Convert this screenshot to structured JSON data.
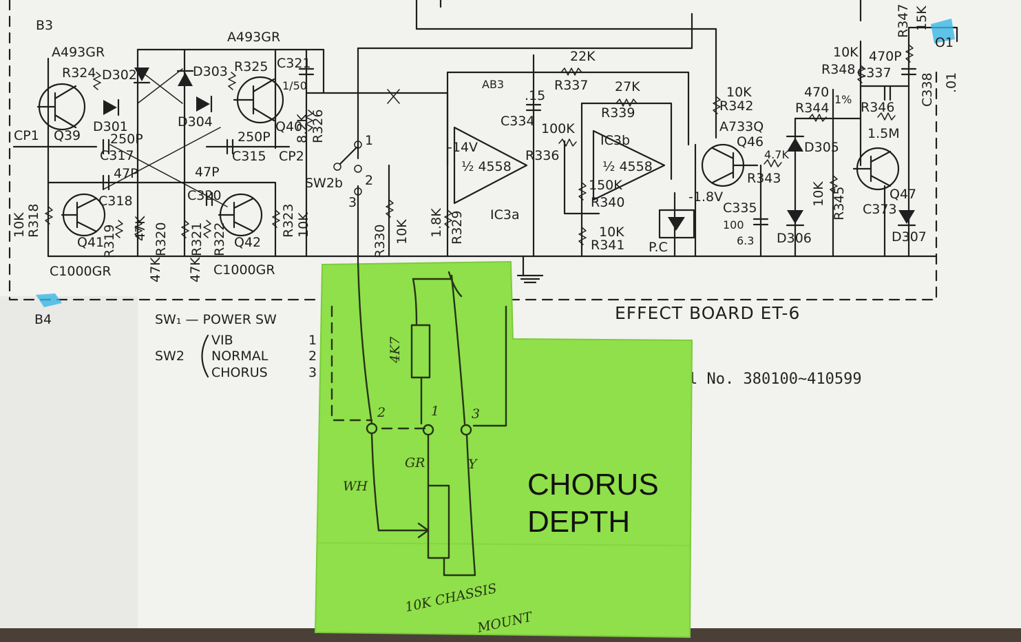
{
  "schematic": {
    "board_title": "EFFECT BOARD ET-6",
    "serial": "l No. 380100~410599",
    "sw1_line": "SW₁ — POWER SW",
    "sw2_label": "SW2",
    "sw2_options": [
      "VIB",
      "NORMAL",
      "CHORUS"
    ],
    "sw2_numbers": [
      "1",
      "2",
      "3"
    ],
    "ports": {
      "b3": "B3",
      "b4": "B4",
      "cp1": "CP1",
      "cp2": "CP2",
      "sw2b": "SW2b",
      "o1": "O1"
    },
    "parts": {
      "a493gr_left": "A493GR",
      "a493gr_top": "A493GR",
      "r324": "R324",
      "d302": "D302",
      "d301": "D301",
      "q39": "Q39",
      "d303": "D303",
      "d304": "D304",
      "r325": "R325",
      "c321": "C321",
      "c321_val": "1/50",
      "q40": "Q40",
      "c250p_l": "250P",
      "c317": "C317",
      "c47p_l": "47P",
      "c250p_r": "250P",
      "c315": "C315",
      "c47p_r": "47P",
      "c320": "C320",
      "c318": "C318",
      "q41": "Q41",
      "q42": "Q42",
      "r318": "R318",
      "r318_val": "10K",
      "r319": "R319",
      "r320": "R320",
      "r321": "R321",
      "r322": "R322",
      "v47k_a": "47K",
      "v47k_b": "47K",
      "v47k_c": "47K",
      "r323": "R323",
      "r323_val": "10K",
      "c1000gr_l": "C1000GR",
      "c1000gr_r": "C1000GR",
      "r326": "R326",
      "r326_val": "8.2K",
      "pos1": "1",
      "pos2": "2",
      "pos3": "3",
      "r330": "R330",
      "r330_val": "10K",
      "r329": "R329",
      "r329_val": "1.8K",
      "c334": "C334",
      "c334_val": ".15",
      "minus14v": "-14V",
      "ab3": "AB3",
      "ic3a": "IC3a",
      "ic3a_part": "½ 4558",
      "r336": "R336",
      "r336_val": "100K",
      "r337": "R337",
      "r337_val": "22K",
      "r339": "R339",
      "r339_val": "27K",
      "ic3b": "IC3b",
      "ic3b_part": "½ 4558",
      "r340": "R340",
      "r340_val": "150K",
      "r341": "R341",
      "r341_val": "10K",
      "pc": "P.C",
      "minus18v": "-1.8V",
      "r342": "R342",
      "r342_val": "10K",
      "a733q": "A733Q",
      "q46": "Q46",
      "r343": "R343",
      "r343_val": "4.7K",
      "c335": "C335",
      "c335_val": "100",
      "c335_v": "6.3",
      "d305": "D305",
      "d306": "D306",
      "r345": "R345",
      "r345_val": "10K",
      "r344": "R344",
      "r344_val": "470",
      "r346": "R346",
      "r346_val": "1.5M",
      "r347": "R347",
      "r347_val": "15K",
      "r348": "R348",
      "r348_val": "10K",
      "c337": "C337",
      "c337_val": "470P",
      "c338": "C338",
      "c338_val": ".01",
      "q47": "Q47",
      "c373": "C373",
      "d307": "D307",
      "one_m": "1%"
    }
  },
  "note": {
    "resistor": "4K7",
    "lugs": [
      "2",
      "1",
      "3"
    ],
    "wire_colors": [
      "WH",
      "GR",
      "Y"
    ],
    "pot_text_line1": "10K CHASSIS",
    "pot_text_line2": "MOUNT",
    "title_line1": "CHORUS",
    "title_line2": "DEPTH"
  },
  "colors": {
    "paper": "#f3f3f1",
    "note": "#8fe04a",
    "ink": "#1e1e1e",
    "highlight": "#39b7e6"
  }
}
